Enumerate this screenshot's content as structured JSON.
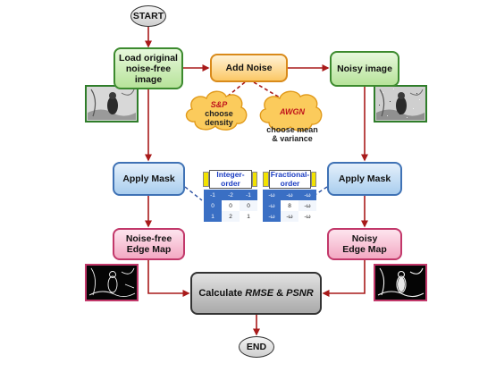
{
  "nodes": {
    "start": "START",
    "load": "Load original\nnoise-free\nimage",
    "add_noise": "Add Noise",
    "noisy_image": "Noisy image",
    "apply_mask_left": "Apply Mask",
    "apply_mask_right": "Apply Mask",
    "edge_map_clean": "Noise-free\nEdge Map",
    "edge_map_noisy": "Noisy\nEdge Map",
    "calc_prefix": "Calculate ",
    "calc_rmse": "RMSE",
    "calc_and": " & ",
    "calc_psnr": "PSNR",
    "end": "END"
  },
  "clouds": {
    "sp_title": "S&P",
    "sp_sub": "choose density",
    "awgn_title": "AWGN",
    "awgn_sub": "choose mean\n& variance"
  },
  "masks": {
    "integer_title": "Integer-\norder",
    "integer_values": [
      "-1",
      "-2",
      "-1",
      "0",
      "0",
      "0",
      "1",
      "2",
      "1"
    ],
    "fractional_title": "Fractional-\norder",
    "fractional_values": [
      "-ω",
      "-ω",
      "-ω",
      "-ω",
      "8",
      "-ω",
      "-ω",
      "-ω",
      "-ω"
    ]
  },
  "colors": {
    "arrow": "#a81a1a",
    "dashed": "#a81a1a",
    "mask_link": "#2a4fa0",
    "cell_dark": "#3a6fc4",
    "cell_light": "#ffffff"
  }
}
